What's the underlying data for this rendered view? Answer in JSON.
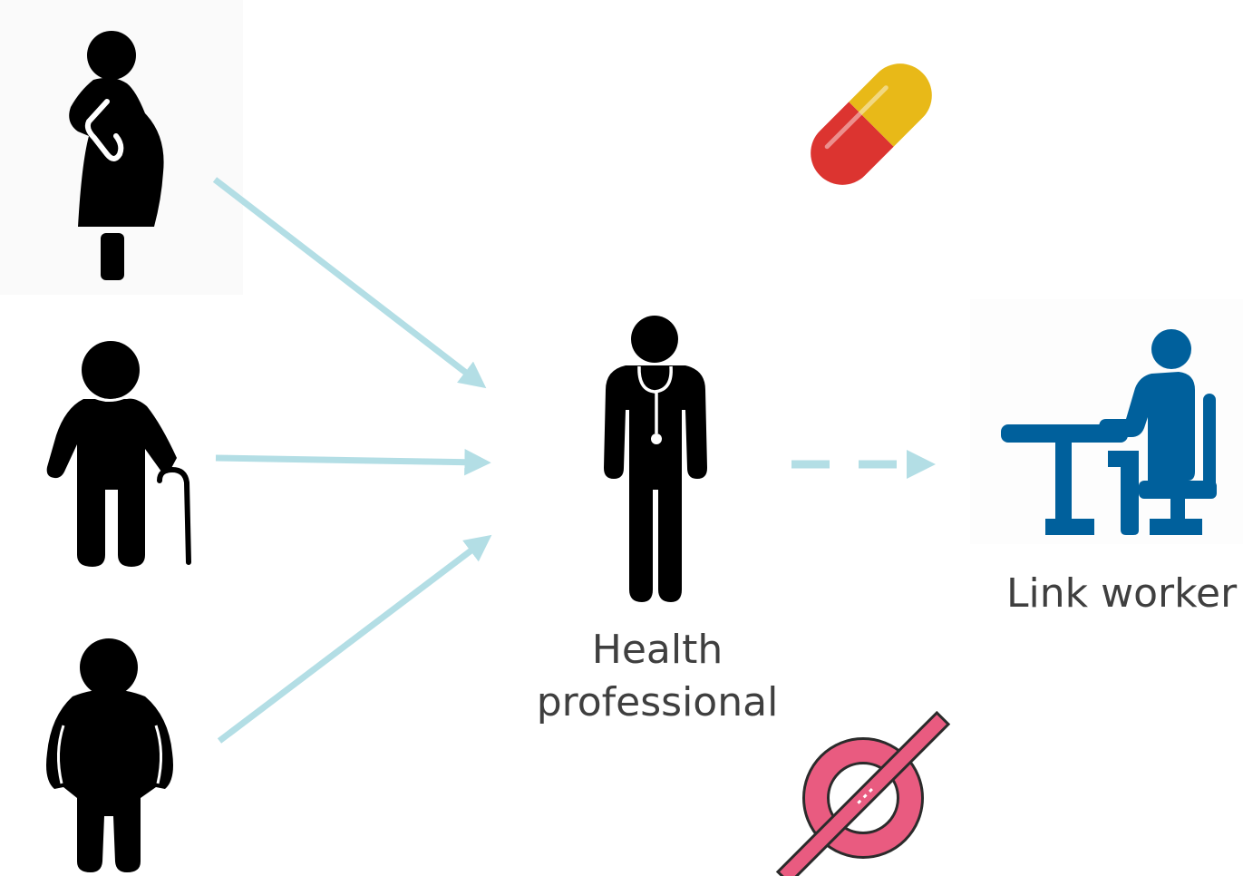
{
  "health_professional": {
    "label_line1": "Health",
    "label_line2": "professional"
  },
  "link_worker": {
    "label": "Link worker"
  },
  "colors": {
    "arrow": "#b3dee5",
    "figure": "#000000",
    "link_worker_figure": "#00609c",
    "pill_yellow": "#e8b918",
    "pill_red": "#dc3430",
    "no_symbol_pink": "#e95b80",
    "no_symbol_outline": "#2b2b2b",
    "label_text": "#3f3f3f"
  },
  "icons": {
    "patients": [
      "pregnant-woman-icon",
      "elderly-person-with-cane-icon",
      "obese-person-icon"
    ],
    "center": "doctor-with-stethoscope-icon",
    "right": "person-at-desk-icon",
    "top": "pill-capsule-icon",
    "bottom": "no-symbol-icon"
  }
}
